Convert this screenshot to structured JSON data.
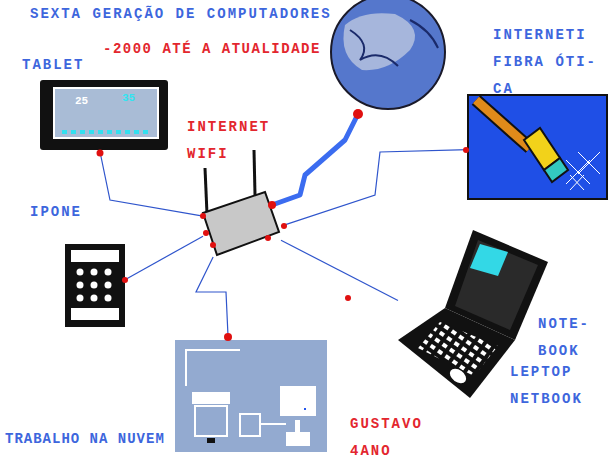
{
  "diagram": {
    "title": "SEXTA GERAÇÃO DE COMPUTADORES",
    "nodes": [
      {
        "text": [
          "TABLET",
          "25",
          "35"
        ]
      },
      {
        "text": [
          "INTERNET WIFI"
        ]
      },
      {
        "text": [
          "INTERNETI FIBRA ÓTI- CA"
        ]
      },
      {
        "text": [
          "IPONE"
        ]
      },
      {
        "text": [
          "NOTE-BOOK",
          "LEPTOP NETBOOK"
        ]
      },
      {
        "text": [
          "TRABALHO NA NUVEM"
        ]
      }
    ],
    "edges": [
      {
        "from": 1,
        "to": 0,
        "arrow": "none"
      },
      {
        "from": 1,
        "to": 2,
        "arrow": "none"
      },
      {
        "from": 1,
        "to": 3,
        "arrow": "none"
      },
      {
        "from": 1,
        "to": 4,
        "arrow": "none"
      },
      {
        "from": 1,
        "to": 5,
        "arrow": "none"
      }
    ],
    "labels": [
      "-2000 ATÉ A ATUALIDADE",
      "GUSTAVO 4ANO"
    ]
  }
}
